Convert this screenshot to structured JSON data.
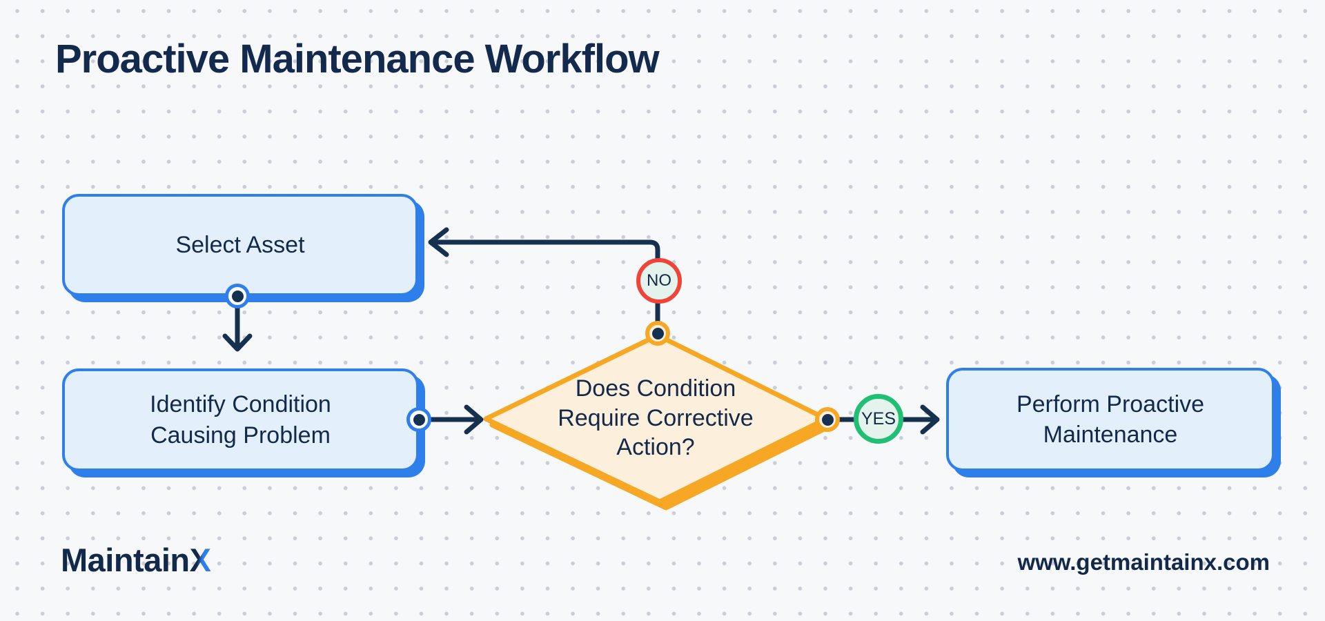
{
  "page": {
    "title": "Proactive Maintenance Workflow"
  },
  "flowchart": {
    "nodes": [
      {
        "id": "select-asset",
        "type": "process",
        "label": "Select Asset"
      },
      {
        "id": "identify-condition",
        "type": "process",
        "label": "Identify Condition Causing Problem"
      },
      {
        "id": "decision",
        "type": "decision",
        "label": "Does Condition Require Corrective Action?"
      },
      {
        "id": "perform-maintenance",
        "type": "process",
        "label": "Perform Proactive Maintenance"
      }
    ],
    "edge_labels": {
      "no": "NO",
      "yes": "YES"
    }
  },
  "footer": {
    "brand_maintain": "Maintain",
    "brand_x": "X",
    "website": "www.getmaintainx.com"
  },
  "colors": {
    "background": "#f7f8fa",
    "dot_grid": "#c9cdd6",
    "navy_text": "#13294a",
    "process_fill": "#e4effc",
    "process_border": "#2f7feb",
    "decision_fill": "#fcefdc",
    "decision_border": "#f6a724",
    "no_badge_border": "#f04438",
    "yes_badge_border": "#21bf73",
    "badge_fill": "#e4f4ec",
    "arrow": "#16304f"
  }
}
